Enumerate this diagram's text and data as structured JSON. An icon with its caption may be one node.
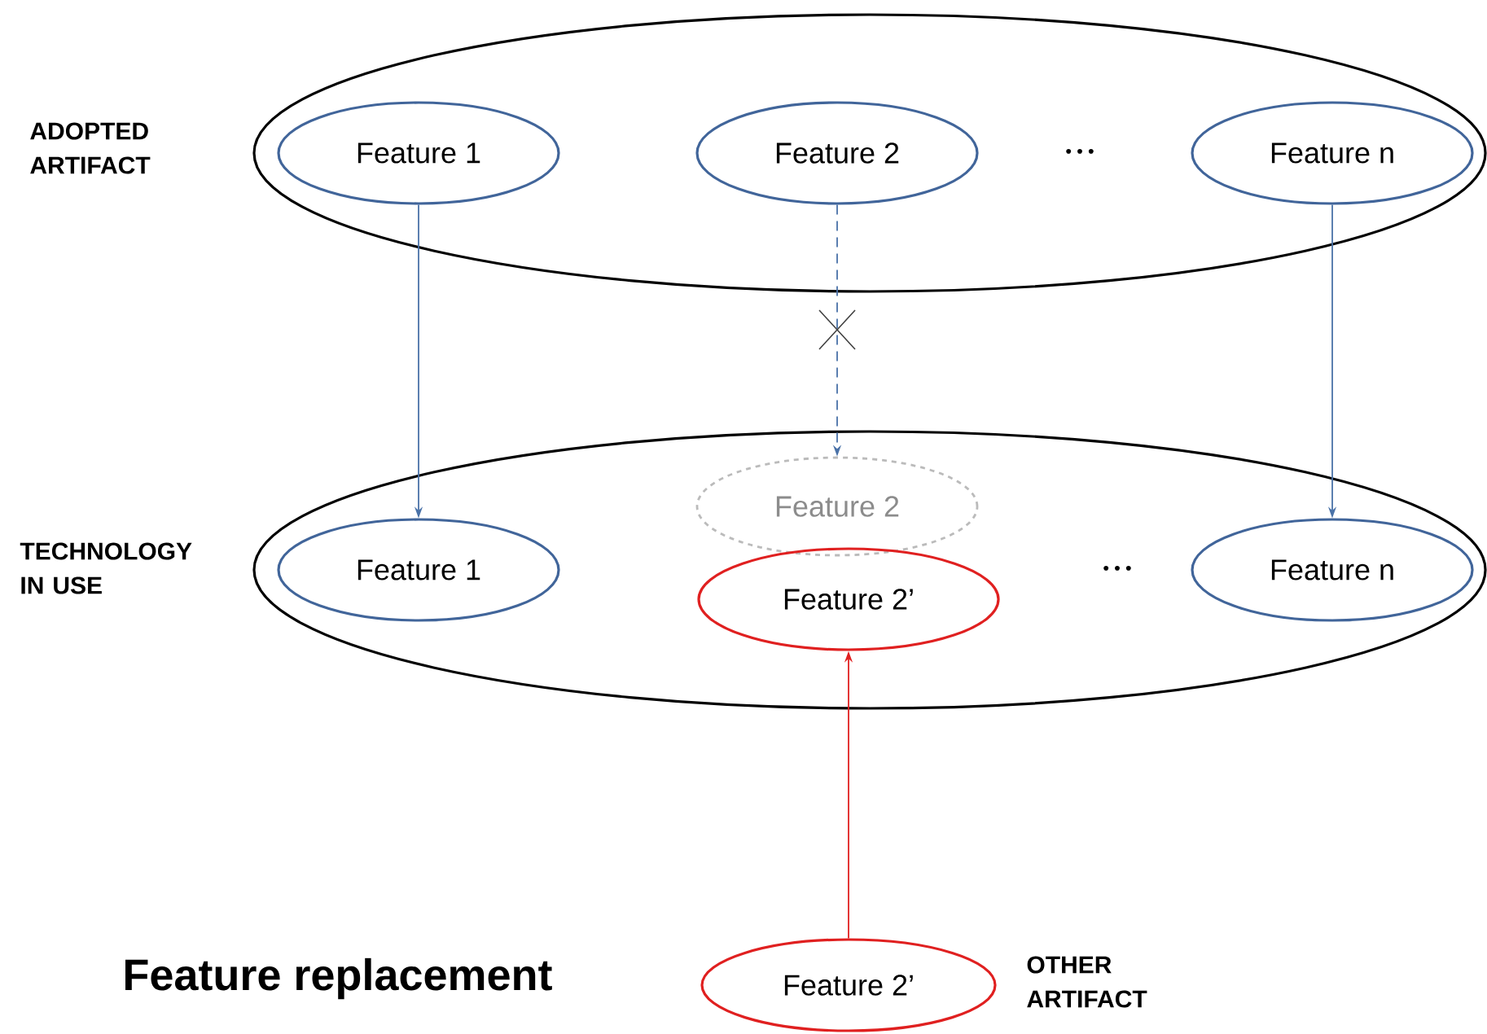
{
  "diagram": {
    "title": "Feature replacement",
    "nodes": [
      {
        "text": [
          "ADOPTED ARTIFACT"
        ]
      },
      {
        "text": [
          "Feature 1"
        ],
        "in": 0
      },
      {
        "text": [
          "Feature 2"
        ],
        "in": 0
      },
      {
        "text": [
          "Feature n"
        ],
        "in": 0
      },
      {
        "text": [
          "TECHNOLOGY IN USE"
        ]
      },
      {
        "text": [
          "Feature 1"
        ],
        "in": 4
      },
      {
        "text": [
          "Feature 2"
        ],
        "in": 4
      },
      {
        "text": [
          "Feature 2’"
        ],
        "in": 4
      },
      {
        "text": [
          "Feature n"
        ],
        "in": 4
      },
      {
        "text": [
          "Feature 2’"
        ],
        "beside": [
          "OTHER ARTIFACT"
        ]
      }
    ],
    "edges": [
      {
        "from": 1,
        "to": 5,
        "arrow": "to"
      },
      {
        "from": 2,
        "to": 6,
        "arrow": "to",
        "style": "dashed"
      },
      {
        "from": 3,
        "to": 8,
        "arrow": "to"
      },
      {
        "from": 9,
        "to": 7,
        "arrow": "to",
        "color": "#e02020"
      }
    ],
    "labels": [
      "• • •",
      "• • •"
    ]
  }
}
